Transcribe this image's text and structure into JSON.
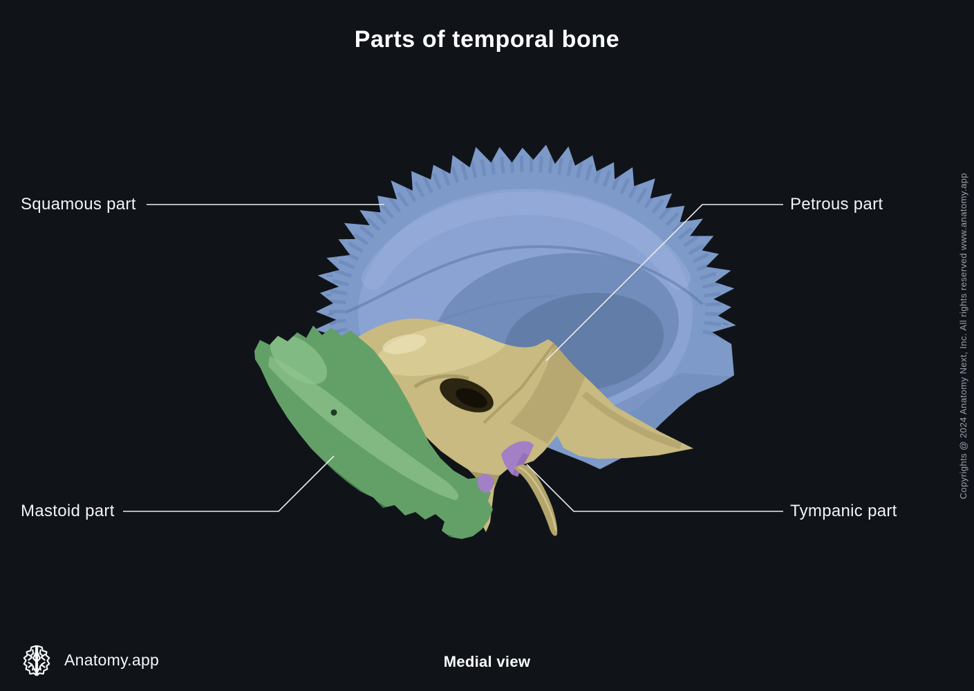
{
  "header": {
    "title": "Parts of temporal bone"
  },
  "diagram": {
    "parts": [
      {
        "id": "squamous",
        "label": "Squamous part",
        "color": "#7d9ac9"
      },
      {
        "id": "petrous",
        "label": "Petrous part",
        "color": "#c8ba80"
      },
      {
        "id": "mastoid",
        "label": "Mastoid part",
        "color": "#63a067"
      },
      {
        "id": "tympanic",
        "label": "Tympanic part",
        "color": "#a37fc5"
      }
    ]
  },
  "footer": {
    "view_label": "Medial view"
  },
  "brand": {
    "name": "Anatomy.app",
    "logo_icon": "brain-icon"
  },
  "copyright": {
    "text": "Copyrights @ 2024 Anatomy Next, Inc. All rights reserved www.anatomy.app"
  },
  "colors": {
    "background": "#101419",
    "label_text": "#f2f3f5",
    "leader_line": "#ececec",
    "copyright_text": "#99a0ab"
  }
}
